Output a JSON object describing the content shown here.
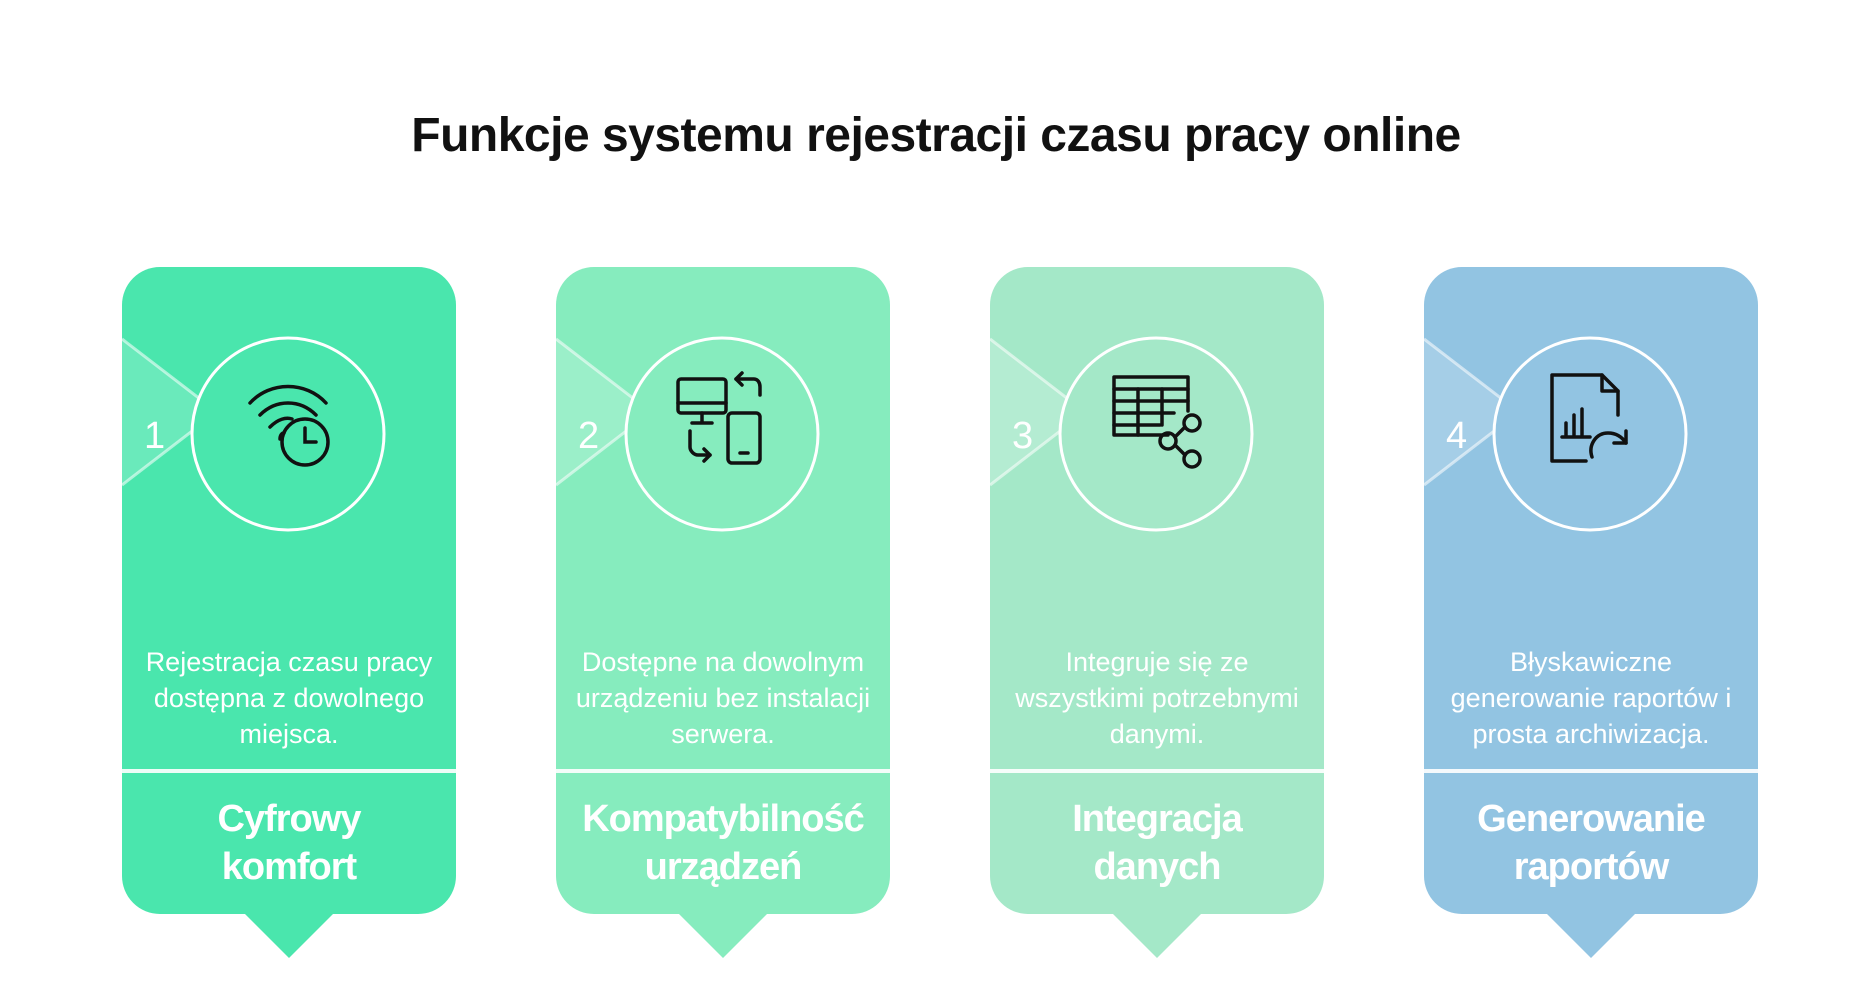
{
  "title": "Funkcje systemu rejestracji czasu pracy online",
  "cards": [
    {
      "number": "1",
      "color": "#4ae6ad",
      "icon": "wifi-clock-icon",
      "description": "Rejestracja czasu pracy dostępna z dowolnego miejsca.",
      "label_line1": "Cyfrowy",
      "label_line2": "komfort"
    },
    {
      "number": "2",
      "color": "#86ecbe",
      "icon": "devices-sync-icon",
      "description": "Dostępne na dowolnym urządzeniu bez instalacji serwera.",
      "label_line1": "Kompatybilność",
      "label_line2": "urządzeń"
    },
    {
      "number": "3",
      "color": "#a4e8c8",
      "icon": "table-share-icon",
      "description": "Integruje się ze wszystkimi potrzebnymi danymi.",
      "label_line1": "Integracja",
      "label_line2": "danych"
    },
    {
      "number": "4",
      "color": "#92c4e2",
      "icon": "report-refresh-icon",
      "description": "Błyskawiczne generowanie raportów i prosta archiwizacja.",
      "label_line1": "Generowanie",
      "label_line2": "raportów"
    }
  ]
}
